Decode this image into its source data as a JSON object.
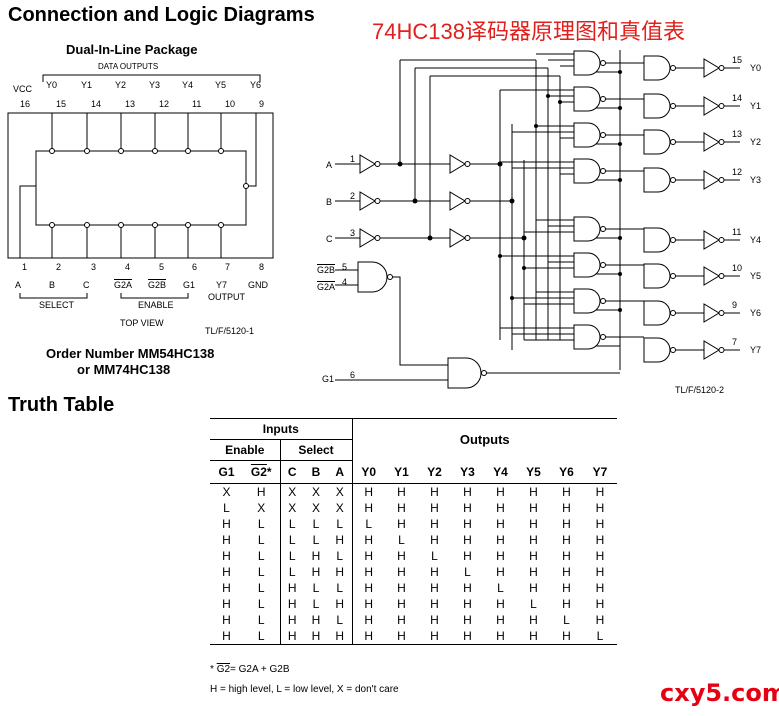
{
  "headings": {
    "connection": "Connection and Logic Diagrams",
    "chinese_title": "74HC138译码器原理图和真值表",
    "dip_package": "Dual-In-Line Package",
    "truth_table": "Truth Table"
  },
  "dip": {
    "data_outputs": "DATA OUTPUTS",
    "top_pins": [
      {
        "name": "VCC",
        "num": "16"
      },
      {
        "name": "Y0",
        "num": "15"
      },
      {
        "name": "Y1",
        "num": "14"
      },
      {
        "name": "Y2",
        "num": "13"
      },
      {
        "name": "Y3",
        "num": "12"
      },
      {
        "name": "Y4",
        "num": "11"
      },
      {
        "name": "Y5",
        "num": "10"
      },
      {
        "name": "Y6",
        "num": "9"
      }
    ],
    "bottom_pins": [
      {
        "num": "1",
        "name": "A"
      },
      {
        "num": "2",
        "name": "B"
      },
      {
        "num": "3",
        "name": "C"
      },
      {
        "num": "4",
        "name": "G2A"
      },
      {
        "num": "5",
        "name": "G2B"
      },
      {
        "num": "6",
        "name": "G1"
      },
      {
        "num": "7",
        "name": "Y7"
      },
      {
        "num": "8",
        "name": "GND"
      }
    ],
    "select": "SELECT",
    "enable": "ENABLE",
    "output": "OUTPUT",
    "top_view": "TOP VIEW",
    "figure_ref": "TL/F/5120-1"
  },
  "order": {
    "line1": "Order Number MM54HC138",
    "line2": "or MM74HC138"
  },
  "logic": {
    "inputs": [
      {
        "name": "A",
        "pin": "1"
      },
      {
        "name": "B",
        "pin": "2"
      },
      {
        "name": "C",
        "pin": "3"
      }
    ],
    "g2b": {
      "name": "G2B",
      "pin": "5"
    },
    "g2a": {
      "name": "G2A",
      "pin": "4"
    },
    "g1": {
      "name": "G1",
      "pin": "6"
    },
    "outputs": [
      {
        "pin": "15",
        "name": "Y0"
      },
      {
        "pin": "14",
        "name": "Y1"
      },
      {
        "pin": "13",
        "name": "Y2"
      },
      {
        "pin": "12",
        "name": "Y3"
      },
      {
        "pin": "11",
        "name": "Y4"
      },
      {
        "pin": "10",
        "name": "Y5"
      },
      {
        "pin": "9",
        "name": "Y6"
      },
      {
        "pin": "7",
        "name": "Y7"
      }
    ],
    "figure_ref": "TL/F/5120-2"
  },
  "truth": {
    "inputs_label": "Inputs",
    "enable_label": "Enable",
    "select_label": "Select",
    "outputs_label": "Outputs",
    "col_g1": "G1",
    "col_g2": "G2",
    "col_g2_star": "*",
    "select_cols": [
      "C",
      "B",
      "A"
    ],
    "output_cols": [
      "Y0",
      "Y1",
      "Y2",
      "Y3",
      "Y4",
      "Y5",
      "Y6",
      "Y7"
    ],
    "rows": [
      [
        "X",
        "H",
        "X",
        "X",
        "X",
        "H",
        "H",
        "H",
        "H",
        "H",
        "H",
        "H",
        "H"
      ],
      [
        "L",
        "X",
        "X",
        "X",
        "X",
        "H",
        "H",
        "H",
        "H",
        "H",
        "H",
        "H",
        "H"
      ],
      [
        "H",
        "L",
        "L",
        "L",
        "L",
        "L",
        "H",
        "H",
        "H",
        "H",
        "H",
        "H",
        "H"
      ],
      [
        "H",
        "L",
        "L",
        "L",
        "H",
        "H",
        "L",
        "H",
        "H",
        "H",
        "H",
        "H",
        "H"
      ],
      [
        "H",
        "L",
        "L",
        "H",
        "L",
        "H",
        "H",
        "L",
        "H",
        "H",
        "H",
        "H",
        "H"
      ],
      [
        "H",
        "L",
        "L",
        "H",
        "H",
        "H",
        "H",
        "H",
        "L",
        "H",
        "H",
        "H",
        "H"
      ],
      [
        "H",
        "L",
        "H",
        "L",
        "L",
        "H",
        "H",
        "H",
        "H",
        "L",
        "H",
        "H",
        "H"
      ],
      [
        "H",
        "L",
        "H",
        "L",
        "H",
        "H",
        "H",
        "H",
        "H",
        "H",
        "L",
        "H",
        "H"
      ],
      [
        "H",
        "L",
        "H",
        "H",
        "L",
        "H",
        "H",
        "H",
        "H",
        "H",
        "H",
        "L",
        "H"
      ],
      [
        "H",
        "L",
        "H",
        "H",
        "H",
        "H",
        "H",
        "H",
        "H",
        "H",
        "H",
        "H",
        "L"
      ]
    ],
    "note_star": "*",
    "note_g2": "G2",
    "note_eq": "= G2A + G2B",
    "note_levels": "H = high level, L = low level, X = don't care"
  },
  "watermark": "cxy5.com"
}
